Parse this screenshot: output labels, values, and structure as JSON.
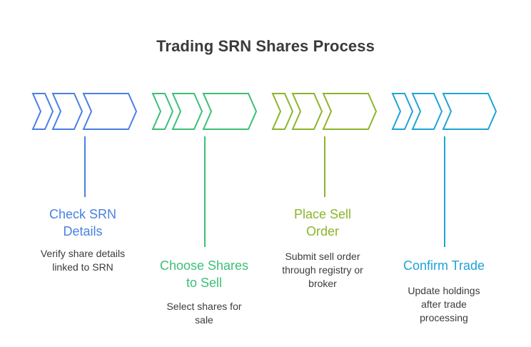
{
  "title": "Trading SRN Shares Process",
  "colors": {
    "step1": "#4a80e2",
    "step2": "#3cbf76",
    "step3": "#8bb52c",
    "step4": "#1fa3d6",
    "text": "#3b3b3b"
  },
  "steps": [
    {
      "title_line1": "Check SRN",
      "title_line2": "Details",
      "desc_line1": "Verify share details",
      "desc_line2": "linked to SRN",
      "desc_line3": ""
    },
    {
      "title_line1": "Choose Shares",
      "title_line2": "to Sell",
      "desc_line1": "Select shares for",
      "desc_line2": "sale",
      "desc_line3": ""
    },
    {
      "title_line1": "Place Sell",
      "title_line2": "Order",
      "desc_line1": "Submit sell order",
      "desc_line2": "through registry or",
      "desc_line3": "broker"
    },
    {
      "title_line1": "Confirm Trade",
      "title_line2": "",
      "desc_line1": "Update holdings",
      "desc_line2": "after trade",
      "desc_line3": "processing"
    }
  ]
}
